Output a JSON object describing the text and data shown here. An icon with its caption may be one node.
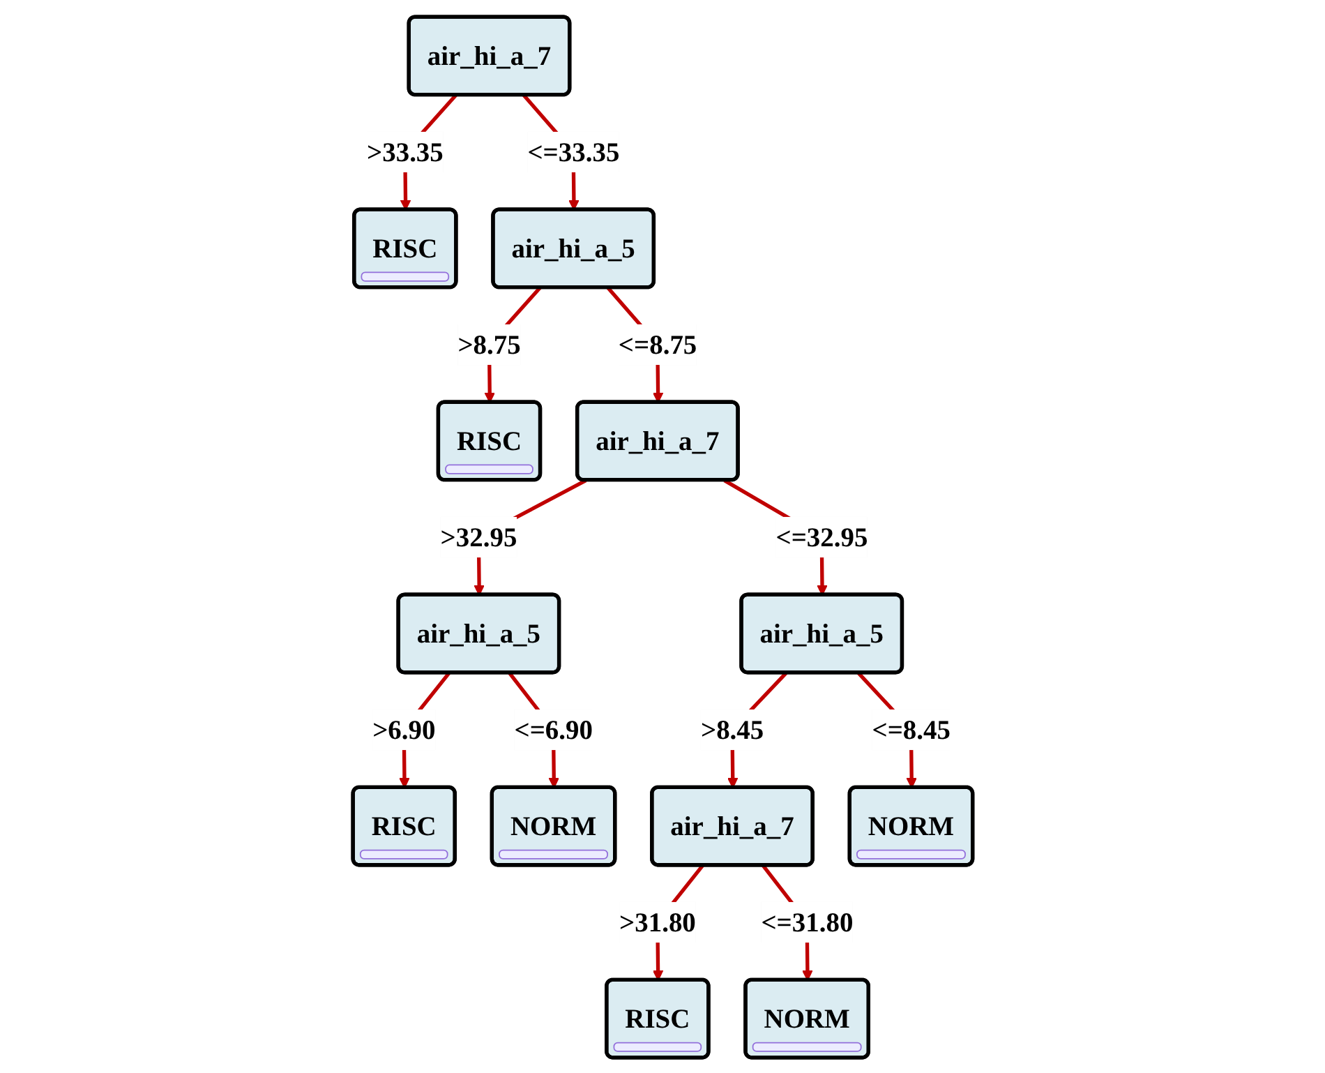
{
  "diagram": {
    "nodes": [
      {
        "text": [
          "air_hi_a_7"
        ]
      },
      {
        "text": [
          "RISC"
        ]
      },
      {
        "text": [
          "air_hi_a_5"
        ]
      },
      {
        "text": [
          "RISC"
        ]
      },
      {
        "text": [
          "air_hi_a_7"
        ]
      },
      {
        "text": [
          "air_hi_a_5"
        ]
      },
      {
        "text": [
          "air_hi_a_5"
        ]
      },
      {
        "text": [
          "RISC"
        ]
      },
      {
        "text": [
          "NORM"
        ]
      },
      {
        "text": [
          "air_hi_a_7"
        ]
      },
      {
        "text": [
          "NORM"
        ]
      },
      {
        "text": [
          "RISC"
        ]
      },
      {
        "text": [
          "NORM"
        ]
      }
    ],
    "edges": [
      {
        "from": 0,
        "to": 1,
        "arrow": "to",
        "label": ">33.35"
      },
      {
        "from": 0,
        "to": 2,
        "arrow": "to",
        "label": "<=33.35"
      },
      {
        "from": 2,
        "to": 3,
        "arrow": "to",
        "label": ">8.75"
      },
      {
        "from": 2,
        "to": 4,
        "arrow": "to",
        "label": "<=8.75"
      },
      {
        "from": 4,
        "to": 5,
        "arrow": "to",
        "label": ">32.95"
      },
      {
        "from": 4,
        "to": 6,
        "arrow": "to",
        "label": "<=32.95"
      },
      {
        "from": 5,
        "to": 7,
        "arrow": "to",
        "label": ">6.90"
      },
      {
        "from": 5,
        "to": 8,
        "arrow": "to",
        "label": "<=6.90"
      },
      {
        "from": 6,
        "to": 9,
        "arrow": "to",
        "label": ">8.45"
      },
      {
        "from": 6,
        "to": 10,
        "arrow": "to",
        "label": "<=8.45"
      },
      {
        "from": 9,
        "to": 11,
        "arrow": "to",
        "label": ">31.80"
      },
      {
        "from": 9,
        "to": 12,
        "arrow": "to",
        "label": "<=31.80"
      }
    ]
  }
}
